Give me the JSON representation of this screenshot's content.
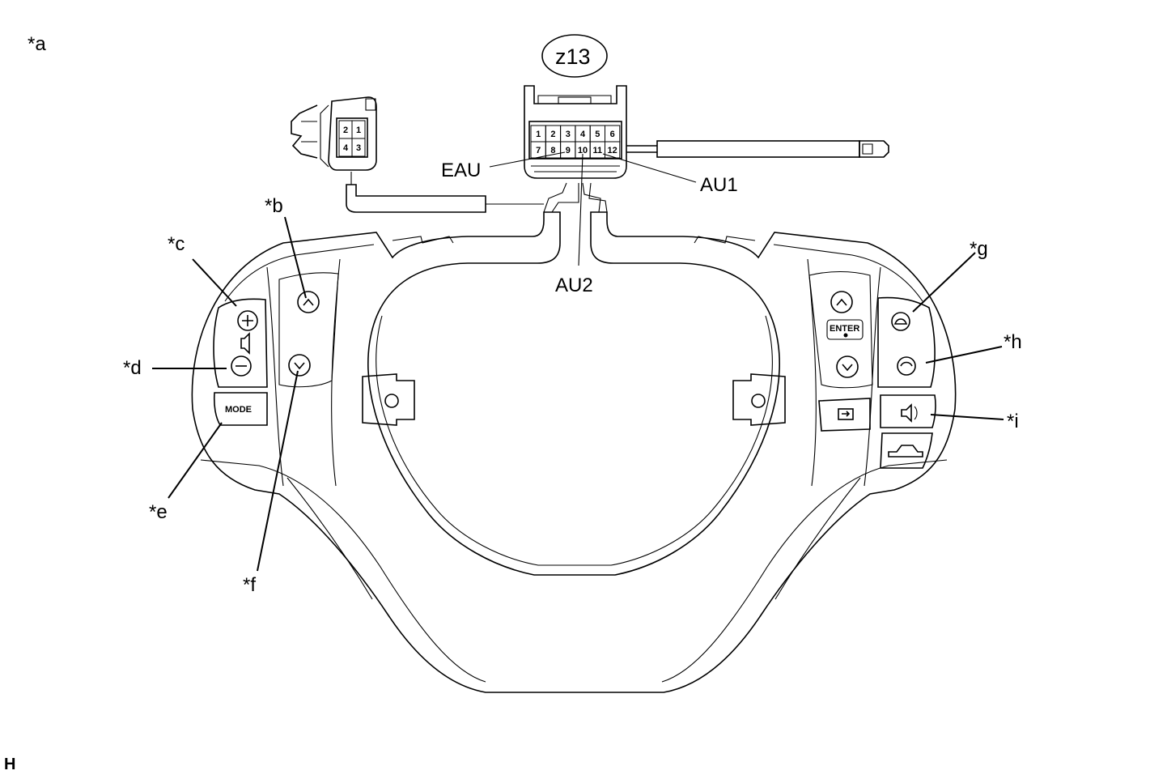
{
  "diagram": {
    "view_label": "*a",
    "footer_code": "H",
    "connector": {
      "id": "z13",
      "pins_top": [
        "1",
        "2",
        "3",
        "4",
        "5",
        "6"
      ],
      "pins_bottom": [
        "7",
        "8",
        "9",
        "10",
        "11",
        "12"
      ],
      "terminals": [
        "EAU",
        "AU1",
        "AU2"
      ]
    },
    "small_connector": {
      "pins": [
        "2",
        "1",
        "4",
        "3"
      ]
    },
    "buttons": {
      "mode": "MODE",
      "enter": "ENTER"
    },
    "callouts": [
      "*b",
      "*c",
      "*d",
      "*e",
      "*f",
      "*g",
      "*h",
      "*i"
    ]
  }
}
